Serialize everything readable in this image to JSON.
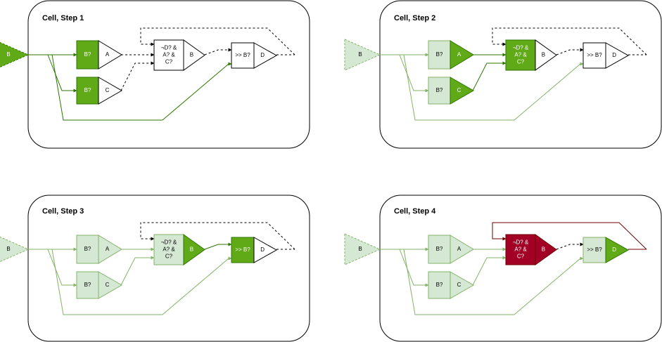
{
  "colors": {
    "active_fill": "#60a917",
    "active_stroke": "#2d7600",
    "dim_fill": "#d5e8d4",
    "dim_stroke": "#82b366",
    "dim_line": "#82b366",
    "idle_fill": "#ffffff",
    "idle_stroke": "#000000",
    "fire_fill": "#a20025",
    "fire_stroke": "#6f0000",
    "panel_stroke": "#000000"
  },
  "panels": [
    {
      "title": "Cell, Step 1",
      "input": {
        "label": "B",
        "state": "active"
      },
      "b_gate_a": {
        "test_label": "B?",
        "test_state": "active",
        "out_label": "A",
        "out_state": "idle"
      },
      "b_gate_c": {
        "test_label": "B?",
        "test_state": "active",
        "out_label": "C",
        "out_state": "idle"
      },
      "and_gate": {
        "test_lines": [
          "¬D? &",
          "A? &",
          "C?"
        ],
        "test_state": "idle",
        "out_label": "B",
        "out_state": "idle"
      },
      "seq_gate": {
        "test_label": ">> B?",
        "test_state": "idle",
        "out_label": "D",
        "out_state": "idle"
      },
      "wires": {
        "input_to_tests": "active",
        "input_to_seq": "active",
        "a_to_and": "dashed",
        "c_to_and": "dashed",
        "and_to_seq": "dashed",
        "feedback": "dashed"
      }
    },
    {
      "title": "Cell, Step 2",
      "input": {
        "label": "B",
        "state": "dim"
      },
      "b_gate_a": {
        "test_label": "B?",
        "test_state": "dim",
        "out_label": "A",
        "out_state": "active"
      },
      "b_gate_c": {
        "test_label": "B?",
        "test_state": "dim",
        "out_label": "C",
        "out_state": "active"
      },
      "and_gate": {
        "test_lines": [
          "¬D? &",
          "A? &",
          "C?"
        ],
        "test_state": "active",
        "out_label": "B",
        "out_state": "idle"
      },
      "seq_gate": {
        "test_label": ">> B?",
        "test_state": "idle",
        "out_label": "D",
        "out_state": "idle"
      },
      "wires": {
        "input_to_tests": "dim",
        "input_to_seq": "dim",
        "a_to_and": "active",
        "c_to_and": "active",
        "and_to_seq": "dashed",
        "feedback": "dashed"
      }
    },
    {
      "title": "Cell, Step 3",
      "input": {
        "label": "B",
        "state": "dim"
      },
      "b_gate_a": {
        "test_label": "B?",
        "test_state": "dim",
        "out_label": "A",
        "out_state": "dim"
      },
      "b_gate_c": {
        "test_label": "B?",
        "test_state": "dim",
        "out_label": "C",
        "out_state": "dim"
      },
      "and_gate": {
        "test_lines": [
          "¬D? &",
          "A? &",
          "C?"
        ],
        "test_state": "dim",
        "out_label": "B",
        "out_state": "active"
      },
      "seq_gate": {
        "test_label": ">> B?",
        "test_state": "active",
        "out_label": "D",
        "out_state": "idle"
      },
      "wires": {
        "input_to_tests": "dim",
        "input_to_seq": "dim",
        "a_to_and": "dim",
        "c_to_and": "dim",
        "and_to_seq": "active",
        "feedback": "dashed"
      }
    },
    {
      "title": "Cell, Step 4",
      "input": {
        "label": "B",
        "state": "dim"
      },
      "b_gate_a": {
        "test_label": "B?",
        "test_state": "dim",
        "out_label": "A",
        "out_state": "dim"
      },
      "b_gate_c": {
        "test_label": "B?",
        "test_state": "dim",
        "out_label": "C",
        "out_state": "dim"
      },
      "and_gate": {
        "test_lines": [
          "¬D? &",
          "A? &",
          "C?"
        ],
        "test_state": "fire",
        "out_label": "B",
        "out_state": "fire"
      },
      "seq_gate": {
        "test_label": ">> B?",
        "test_state": "dim",
        "out_label": "D",
        "out_state": "active"
      },
      "wires": {
        "input_to_tests": "dim",
        "input_to_seq": "dim",
        "a_to_and": "dim",
        "c_to_and": "dim",
        "and_to_seq": "dashed",
        "feedback": "fire"
      }
    }
  ]
}
